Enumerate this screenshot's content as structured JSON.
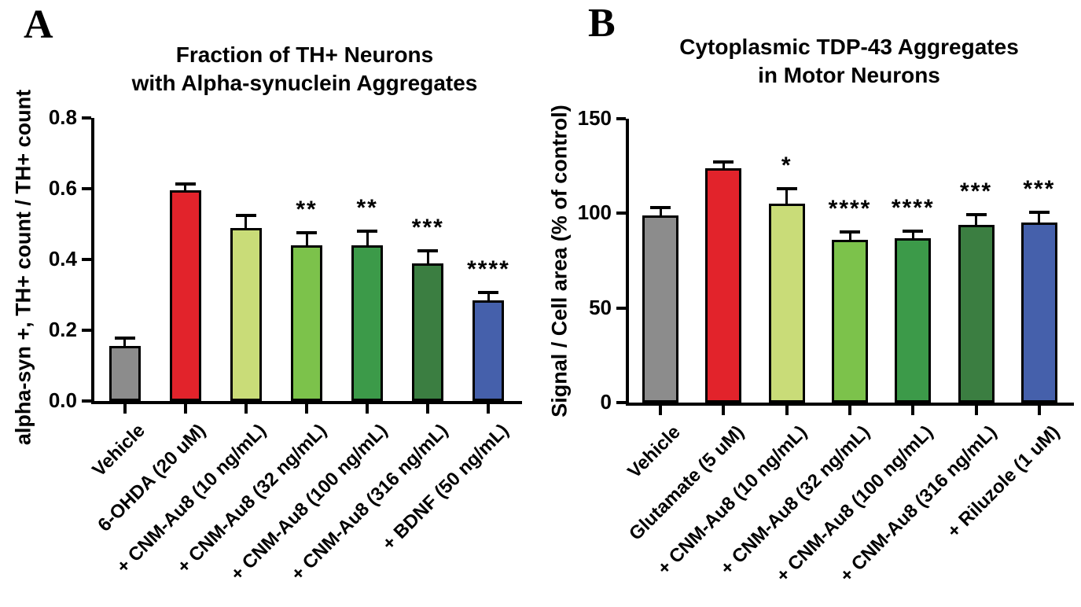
{
  "chart_data": [
    {
      "type": "bar",
      "panel_letter": "A",
      "title": "Fraction of TH+ Neurons with Alpha-synuclein Aggregates",
      "title_lines": [
        "Fraction of TH+ Neurons",
        "with Alpha-synuclein Aggregates"
      ],
      "xlabel": "",
      "ylabel": "alpha-syn +, TH+ count / TH+ count",
      "ylim": [
        0,
        0.8
      ],
      "ytick_labels": [
        "0.0",
        "0.2",
        "0.4",
        "0.6",
        "0.8"
      ],
      "ytick_values": [
        0,
        0.2,
        0.4,
        0.6,
        0.8
      ],
      "grid": false,
      "legend_position": "none",
      "categories": [
        "Vehicle",
        "6-OHDA (20 uM)",
        "+ CNM-Au8 (10 ng/mL)",
        "+ CNM-Au8 (32 ng/mL)",
        "+ CNM-Au8 (100 ng/mL)",
        "+ CNM-Au8 (316 ng/mL)",
        "+ BDNF (50 ng/mL)"
      ],
      "values": [
        0.155,
        0.595,
        0.49,
        0.44,
        0.44,
        0.39,
        0.285
      ],
      "errors": [
        0.022,
        0.018,
        0.035,
        0.035,
        0.04,
        0.035,
        0.022
      ],
      "significance": [
        "",
        "",
        "",
        "**",
        "**",
        "***",
        "****"
      ],
      "bar_colors": [
        "#8C8C8C",
        "#E2232B",
        "#C9DC78",
        "#7CC24B",
        "#3C9A49",
        "#3B7E41",
        "#4560AB"
      ],
      "bar_outline_color": "#000000",
      "axis_color": "#000000"
    },
    {
      "type": "bar",
      "panel_letter": "B",
      "title": "Cytoplasmic TDP-43 Aggregates in Motor Neurons",
      "title_lines": [
        "Cytoplasmic TDP-43 Aggregates",
        "in Motor Neurons"
      ],
      "xlabel": "",
      "ylabel": "Signal / Cell area (% of control)",
      "ylim": [
        0,
        150
      ],
      "ytick_labels": [
        "0",
        "50",
        "100",
        "150"
      ],
      "ytick_values": [
        0,
        50,
        100,
        150
      ],
      "grid": false,
      "legend_position": "none",
      "categories": [
        "Vehicle",
        "Glutamate (5 uM)",
        "+ CNM-Au8 (10 ng/mL)",
        "+ CNM-Au8 (32 ng/mL)",
        "+ CNM-Au8 (100 ng/mL)",
        "+ CNM-Au8 (316 ng/mL)",
        "+ Riluzole (1 uM)"
      ],
      "values": [
        99,
        124,
        105,
        86,
        87,
        94,
        95
      ],
      "errors": [
        4,
        3,
        8,
        4,
        3.5,
        5.5,
        5.5
      ],
      "significance": [
        "",
        "",
        "*",
        "****",
        "****",
        "***",
        "***"
      ],
      "bar_colors": [
        "#8C8C8C",
        "#E2232B",
        "#C9DC78",
        "#7CC24B",
        "#3C9A49",
        "#3B7E41",
        "#4560AB"
      ],
      "bar_outline_color": "#000000",
      "axis_color": "#000000"
    }
  ]
}
